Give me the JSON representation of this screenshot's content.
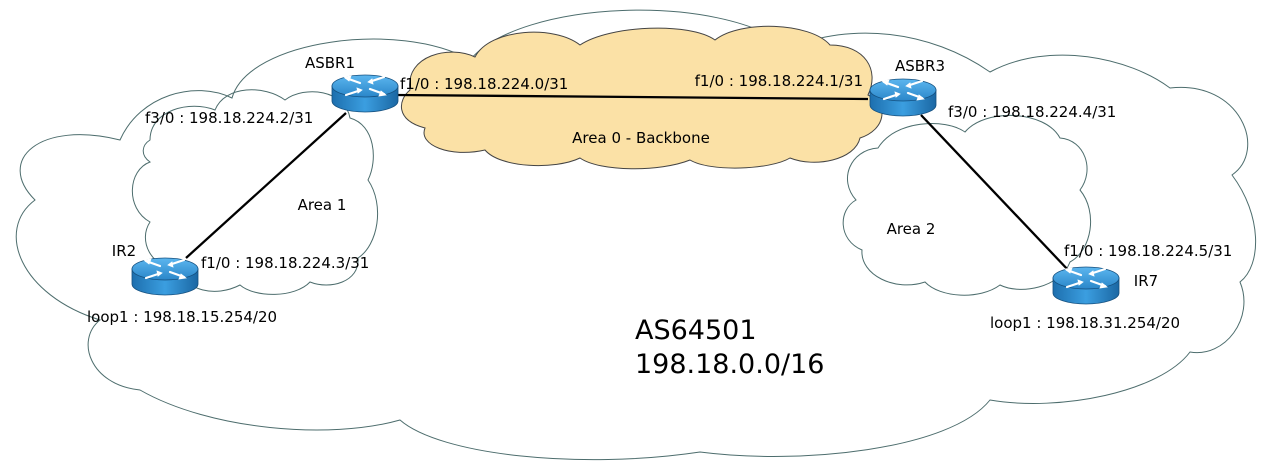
{
  "as_block": {
    "name": "AS64501",
    "prefix": "198.18.0.0/16"
  },
  "areas": [
    {
      "id": "backbone",
      "label": "Area 0 - Backbone",
      "fill": "#fbe1a6"
    },
    {
      "id": "area1",
      "label": "Area 1"
    },
    {
      "id": "area2",
      "label": "Area 2"
    }
  ],
  "routers": [
    {
      "id": "asbr1",
      "name": "ASBR1",
      "icon": "router-icon",
      "color": "#2e8fd6"
    },
    {
      "id": "asbr3",
      "name": "ASBR3",
      "icon": "router-icon",
      "color": "#2e8fd6"
    },
    {
      "id": "ir2",
      "name": "IR2",
      "icon": "router-icon",
      "color": "#2e8fd6"
    },
    {
      "id": "ir7",
      "name": "IR7",
      "icon": "router-icon",
      "color": "#2e8fd6"
    }
  ],
  "links": [
    {
      "from": "asbr1",
      "to": "asbr3",
      "from_label": "f1/0 : 198.18.224.0/31",
      "to_label": "f1/0 : 198.18.224.1/31"
    },
    {
      "from": "asbr1",
      "to": "ir2",
      "from_label": "f3/0 : 198.18.224.2/31",
      "to_label": "f1/0 : 198.18.224.3/31"
    },
    {
      "from": "asbr3",
      "to": "ir7",
      "from_label": "f3/0 : 198.18.224.4/31",
      "to_label": "f1/0 : 198.18.224.5/31"
    }
  ],
  "loopbacks": [
    {
      "router": "ir2",
      "label": "loop1 : 198.18.15.254/20"
    },
    {
      "router": "ir7",
      "label": "loop1 : 198.18.31.254/20"
    }
  ]
}
